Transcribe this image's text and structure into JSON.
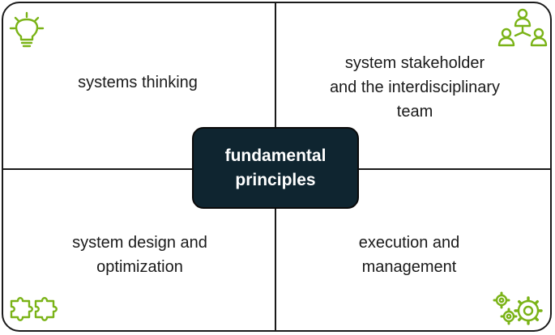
{
  "quadrants": {
    "top_left": "systems thinking",
    "top_right": "system stakeholder\nand the interdisciplinary\nteam",
    "bottom_left": "system design and\noptimization",
    "bottom_right": "execution and\nmanagement"
  },
  "center": {
    "label": "fundamental\nprinciples"
  },
  "icons": {
    "top_left": "lightbulb-icon",
    "top_right": "people-network-icon",
    "bottom_left": "puzzle-icon",
    "bottom_right": "gears-icon"
  },
  "colors": {
    "accent_green": "#7ab317",
    "center_fill": "#0f2530",
    "line": "#1a1a1a"
  }
}
